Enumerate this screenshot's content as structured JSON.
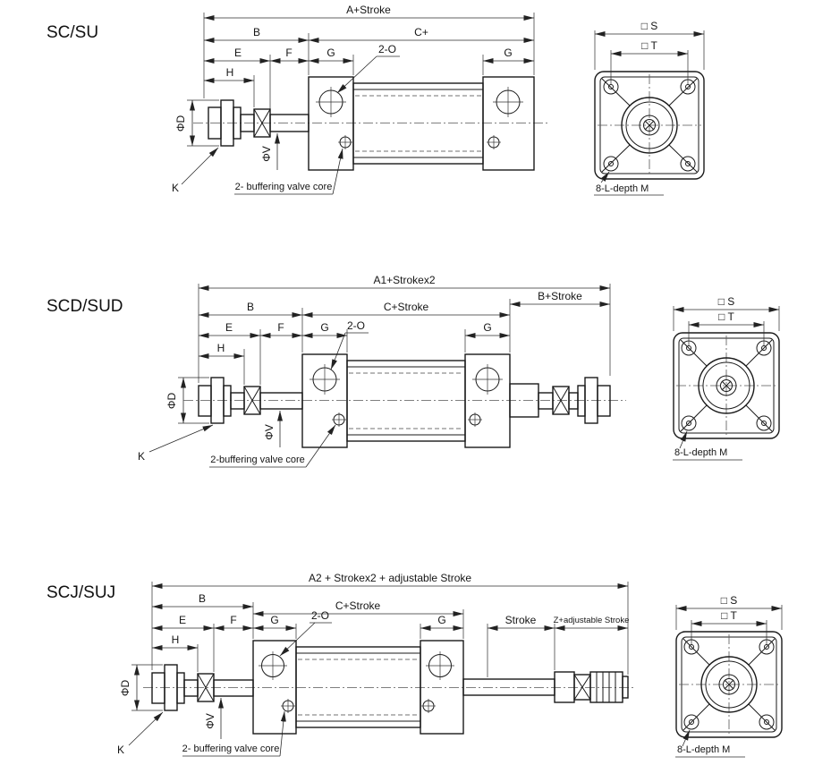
{
  "rows": [
    {
      "title": "SC/SU",
      "dims": {
        "total": "A+Stroke",
        "b": "B",
        "c": "C+",
        "e": "E",
        "f": "F",
        "g_left": "G",
        "g_right": "G",
        "h": "H",
        "port": "2-O",
        "phi_d": "ΦD",
        "phi_v": "ΦV",
        "k": "K",
        "buffer": "2- buffering valve core"
      },
      "end": {
        "s": "□ S",
        "t": "□ T",
        "holes": "8-L-depth M"
      }
    },
    {
      "title": "SCD/SUD",
      "dims": {
        "total": "A1+Strokex2",
        "b": "B",
        "c": "C+Stroke",
        "b_rear": "B+Stroke",
        "e": "E",
        "f": "F",
        "g_left": "G",
        "g_right": "G",
        "h": "H",
        "port": "2-O",
        "phi_d": "ΦD",
        "phi_v": "ΦV",
        "k": "K",
        "buffer": "2-buffering valve core"
      },
      "end": {
        "s": "□ S",
        "t": "□ T",
        "holes": "8-L-depth M"
      }
    },
    {
      "title": "SCJ/SUJ",
      "dims": {
        "total": "A2 + Strokex2 + adjustable Stroke",
        "b": "B",
        "c": "C+Stroke",
        "e": "E",
        "f": "F",
        "g_left": "G",
        "g_right": "G",
        "h": "H",
        "port": "2-O",
        "stroke": "Stroke",
        "z": "Z+adjustable Stroke",
        "phi_d": "ΦD",
        "phi_v": "ΦV",
        "k": "K",
        "buffer": "2- buffering valve core"
      },
      "end": {
        "s": "□ S",
        "t": "□ T",
        "holes": "8-L-depth M"
      }
    }
  ]
}
